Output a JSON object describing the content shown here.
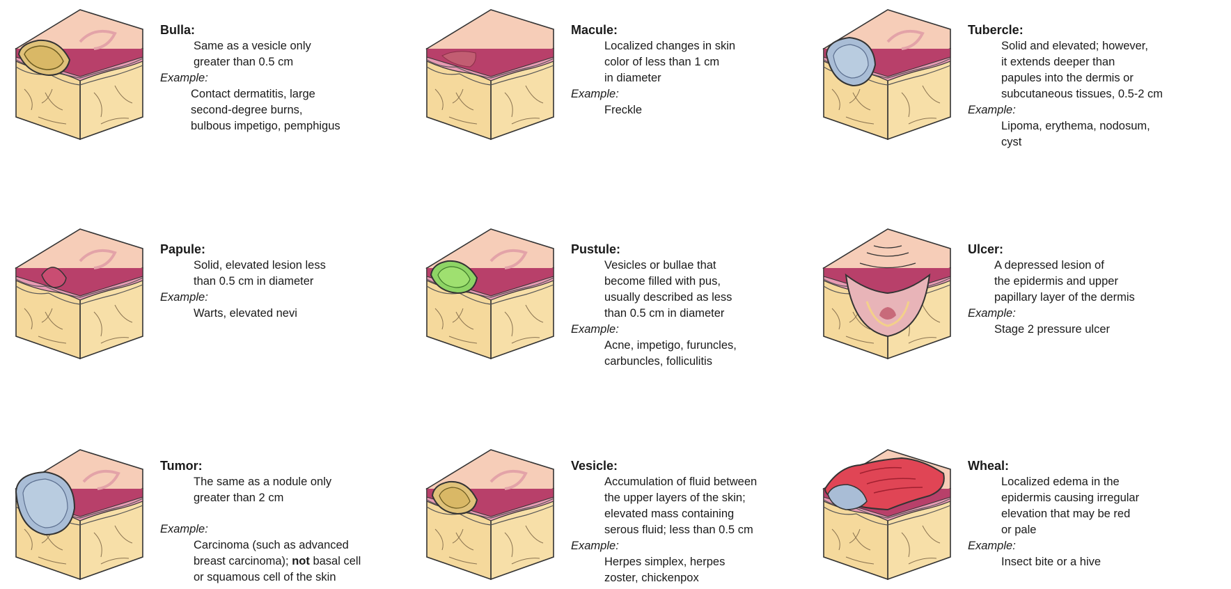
{
  "example_label": "Example:",
  "lesions": {
    "bulla": {
      "name": "Bulla:",
      "desc": [
        "Same as a vesicle only",
        "greater than 0.5 cm"
      ],
      "examples": [
        "Contact dermatitis, large",
        " second-degree burns,",
        " bulbous impetigo, pemphigus"
      ]
    },
    "macule": {
      "name": "Macule:",
      "desc": [
        "Localized changes in skin",
        "color of less than 1 cm",
        "in diameter"
      ],
      "examples": [
        "Freckle"
      ]
    },
    "tubercle": {
      "name": "Tubercle:",
      "desc": [
        "Solid and elevated; however,",
        "it extends deeper than",
        "papules into the dermis or",
        "subcutaneous tissues, 0.5-2 cm"
      ],
      "examples": [
        "Lipoma, erythema, nodosum,",
        "cyst"
      ]
    },
    "papule": {
      "name": "Papule:",
      "desc": [
        "Solid, elevated lesion less",
        "than 0.5 cm in diameter"
      ],
      "examples": [
        "Warts, elevated nevi"
      ]
    },
    "pustule": {
      "name": "Pustule:",
      "desc": [
        "Vesicles or bullae that",
        "become filled with pus,",
        "usually described as less",
        "than 0.5 cm in diameter"
      ],
      "examples": [
        "Acne, impetigo, furuncles,",
        "carbuncles, folliculitis"
      ]
    },
    "ulcer": {
      "name": "Ulcer:",
      "desc": [
        "A depressed lesion of",
        "the epidermis and upper",
        "papillary layer of the dermis"
      ],
      "examples": [
        "Stage 2 pressure ulcer"
      ]
    },
    "tumor": {
      "name": "Tumor:",
      "desc": [
        "The same as a nodule only",
        "greater than 2 cm"
      ],
      "examples_a": "Carcinoma (such as advanced",
      "examples_b_pre": "breast carcinoma); ",
      "examples_b_bold": "not",
      "examples_b_post": " basal cell",
      "examples_c": "or squamous cell of the skin"
    },
    "vesicle": {
      "name": "Vesicle:",
      "desc": [
        "Accumulation of fluid between",
        "the upper layers of the skin;",
        " elevated mass containing",
        "serous fluid; less than 0.5 cm"
      ],
      "examples": [
        "Herpes simplex, herpes",
        "zoster, chickenpox"
      ]
    },
    "wheal": {
      "name": "Wheal:",
      "desc": [
        "Localized edema in the",
        "epidermis causing irregular",
        "elevation that may be red",
        "or pale"
      ],
      "examples": [
        "Insect bite or a hive"
      ]
    }
  }
}
